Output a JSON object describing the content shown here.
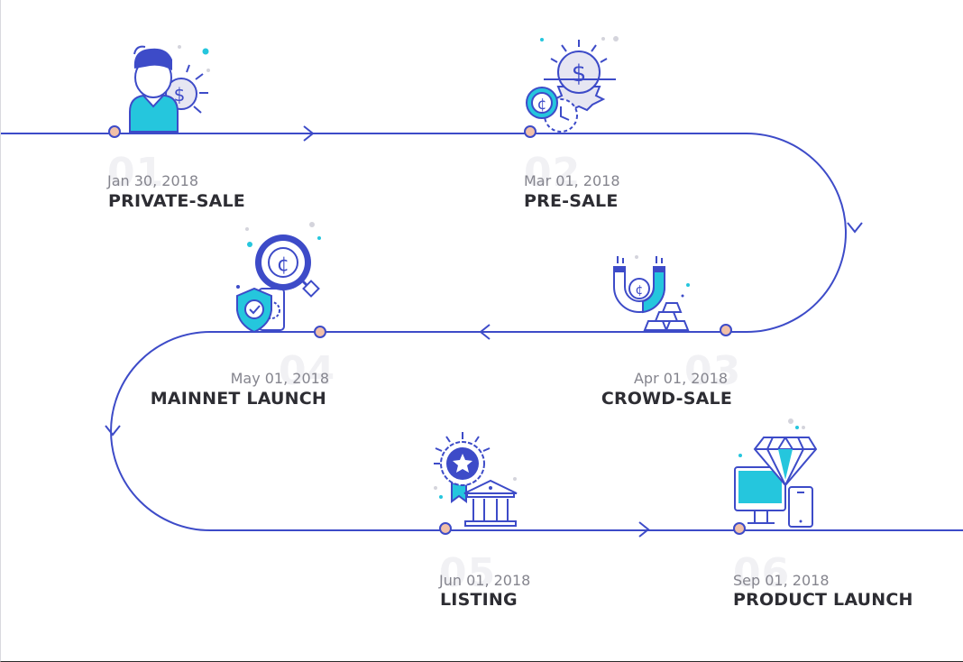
{
  "colors": {
    "line": "#3d4bc8",
    "accent": "#25c6dd",
    "dot_fill": "#f1c0a8",
    "ghost_number": "#f1f1f4"
  },
  "milestones": [
    {
      "number": "01",
      "date": "Jan 30, 2018",
      "title": "PRIVATE-SALE",
      "icon": "investor-person-coin-icon"
    },
    {
      "number": "02",
      "date": "Mar 01, 2018",
      "title": "PRE-SALE",
      "icon": "coin-gear-clock-icon"
    },
    {
      "number": "03",
      "date": "Apr 01, 2018",
      "title": "CROWD-SALE",
      "icon": "magnet-coin-gold-bars-icon"
    },
    {
      "number": "04",
      "date": "May 01, 2018",
      "title": "MAINNET LAUNCH",
      "icon": "magnifier-shield-coin-icon"
    },
    {
      "number": "05",
      "date": "Jun 01, 2018",
      "title": "LISTING",
      "icon": "award-badge-bank-icon"
    },
    {
      "number": "06",
      "date": "Sep 01, 2018",
      "title": "PRODUCT LAUNCH",
      "icon": "diamond-monitor-phone-icon"
    }
  ]
}
